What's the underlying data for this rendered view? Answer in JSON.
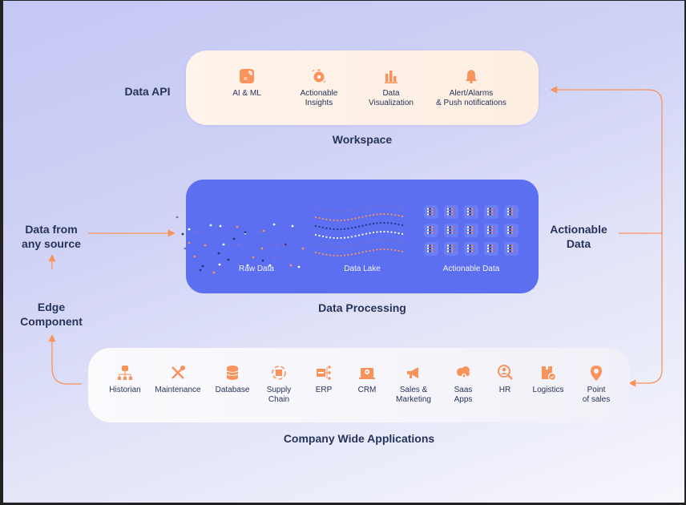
{
  "labels": {
    "data_api": "Data API",
    "workspace": "Workspace",
    "data_from_source": [
      "Data from",
      "any source"
    ],
    "edge_component": [
      "Edge",
      "Component"
    ],
    "actionable_data": [
      "Actionable",
      "Data"
    ],
    "data_processing": "Data Processing",
    "company_apps": "Company Wide Applications"
  },
  "workspace_tools": [
    {
      "icon": "ai-ml-icon",
      "lines": [
        "AI & ML"
      ],
      "badge": "AI"
    },
    {
      "icon": "insights-icon",
      "lines": [
        "Actionable",
        "Insights"
      ]
    },
    {
      "icon": "bar-chart-icon",
      "lines": [
        "Data",
        "Visualization"
      ]
    },
    {
      "icon": "bell-icon",
      "lines": [
        "Alert/Alarms",
        "& Push notifications"
      ]
    }
  ],
  "processing_stages": [
    {
      "icon": "raw-data-icon",
      "label": "Raw Data"
    },
    {
      "icon": "data-lake-icon",
      "label": "Data Lake"
    },
    {
      "icon": "actionable-data-icon",
      "label": "Actionable Data"
    }
  ],
  "applications": [
    {
      "icon": "historian-icon",
      "lines": [
        "Historian"
      ]
    },
    {
      "icon": "maintenance-icon",
      "lines": [
        "Maintenance"
      ]
    },
    {
      "icon": "database-icon",
      "lines": [
        "Database"
      ]
    },
    {
      "icon": "supply-chain-icon",
      "lines": [
        "Supply",
        "Chain"
      ]
    },
    {
      "icon": "erp-icon",
      "lines": [
        "ERP"
      ]
    },
    {
      "icon": "crm-icon",
      "lines": [
        "CRM"
      ]
    },
    {
      "icon": "megaphone-icon",
      "lines": [
        "Sales &",
        "Marketing"
      ]
    },
    {
      "icon": "cloud-icon",
      "lines": [
        "Saas",
        "Apps"
      ]
    },
    {
      "icon": "hr-search-icon",
      "lines": [
        "HR"
      ]
    },
    {
      "icon": "logistics-icon",
      "lines": [
        "Logistics"
      ]
    },
    {
      "icon": "location-pin-icon",
      "lines": [
        "Point",
        "of sales"
      ]
    }
  ],
  "colors": {
    "accent": "#f9935c",
    "processing_bg": "#5b6ff0",
    "text": "#26335a",
    "dot_navy": "#26337a",
    "dot_purple": "#8a6fc4",
    "dot_white": "#ffffff"
  }
}
